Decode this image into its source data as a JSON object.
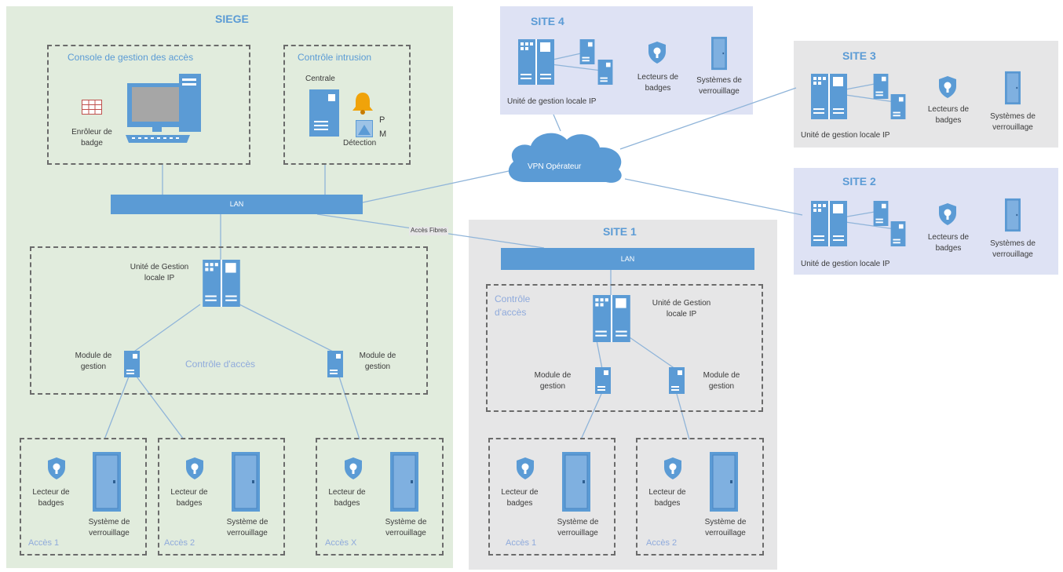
{
  "colors": {
    "siege_bg": "#e1ecdd",
    "site_bg": "#dee2f4",
    "site1_bg": "#e6e6e7",
    "accent": "#5b9bd5",
    "line": "#8fb4d9",
    "dash": "#6b6b6b"
  },
  "siege": {
    "title": "SIEGE",
    "console": {
      "title": "Console de gestion des accès",
      "enroller_label": "Enrôleur de badge",
      "icons": [
        "card-reader-icon",
        "desktop-computer-icon"
      ]
    },
    "intrusion": {
      "title": "Contrôle intrusion",
      "central_label": "Centrale",
      "detection_label": "Détection",
      "pm_p": "P",
      "pm_m": "M",
      "icons": [
        "server-icon",
        "alarm-bell-icon",
        "motion-sensor-icon"
      ]
    },
    "lan_label": "LAN",
    "fiber_label": "Accès Fibres",
    "access_control": {
      "title": "Contrôle d'accès",
      "unit_label": "Unité de Gestion locale IP",
      "module_left_label": "Module de gestion",
      "module_right_label": "Module de gestion"
    },
    "accesses": [
      {
        "reader_label": "Lecteur de badges",
        "lock_label": "Système de verrouillage",
        "name": "Accès 1"
      },
      {
        "reader_label": "Lecteur de badges",
        "lock_label": "Système de verrouillage",
        "name": "Accès 2"
      },
      {
        "reader_label": "Lecteur de badges",
        "lock_label": "Système de verrouillage",
        "name": "Accès X"
      }
    ]
  },
  "vpn": {
    "label": "VPN Opérateur",
    "icon": "cloud-icon"
  },
  "site4": {
    "title": "SITE 4",
    "unit_label": "Unité de gestion locale IP",
    "reader_label": "Lecteurs de badges",
    "lock_label": "Systèmes de verrouillage"
  },
  "site3": {
    "title": "SITE 3",
    "unit_label": "Unité de gestion locale IP",
    "reader_label": "Lecteurs de badges",
    "lock_label": "Systèmes de verrouillage"
  },
  "site2": {
    "title": "SITE 2",
    "unit_label": "Unité de gestion locale IP",
    "reader_label": "Lecteurs de badges",
    "lock_label": "Systèmes de verrouillage"
  },
  "site1": {
    "title": "SITE 1",
    "lan_label": "LAN",
    "access_control": {
      "title": "Contrôle d'accès",
      "unit_label": "Unité de Gestion locale IP",
      "module_left_label": "Module de gestion",
      "module_right_label": "Module de gestion"
    },
    "accesses": [
      {
        "reader_label": "Lecteur de badges",
        "lock_label": "Système de verrouillage",
        "name": "Accès 1"
      },
      {
        "reader_label": "Lecteur de badges",
        "lock_label": "Système de verrouillage",
        "name": "Accès 2"
      }
    ]
  }
}
